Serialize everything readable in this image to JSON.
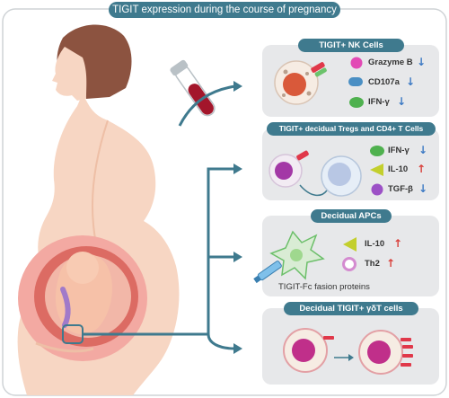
{
  "title": "TIGIT expression during the course of pregnancy",
  "panels": {
    "nk": {
      "title": "TIGIT+ NK Cells",
      "items": [
        {
          "label": "Grazyme B",
          "arrow": "↓",
          "direction": "down",
          "icon": "pink-sphere-icon"
        },
        {
          "label": "CD107a",
          "arrow": "↓",
          "direction": "down",
          "icon": "blue-capsule-icon"
        },
        {
          "label": "IFN-γ",
          "arrow": "↓",
          "direction": "down",
          "icon": "green-blob-icon"
        }
      ]
    },
    "tregs": {
      "title": "TIGIT+ decidual  Tregs and CD4+ T Cells",
      "items": [
        {
          "label": "IFN-γ",
          "arrow": "↓",
          "direction": "down",
          "icon": "green-blob-icon"
        },
        {
          "label": "IL-10",
          "arrow": "↑",
          "direction": "up",
          "icon": "yellow-triangle-icon"
        },
        {
          "label": "TGF-β",
          "arrow": "↓",
          "direction": "down",
          "icon": "purple-sphere-icon"
        }
      ]
    },
    "apcs": {
      "title": "Decidual  APCs",
      "items": [
        {
          "label": "IL-10",
          "arrow": "↑",
          "direction": "up",
          "icon": "yellow-triangle-icon"
        },
        {
          "label": "Th2",
          "arrow": "↑",
          "direction": "up",
          "icon": "pink-ring-icon"
        }
      ],
      "caption": "TIGIT-Fc fasion proteins"
    },
    "gdt": {
      "title": "Decidual TIGIT+ γδT cells"
    }
  },
  "colors": {
    "teal": "#3f7a8e",
    "panel_bg": "#e7e8ea",
    "skin": "#f7d6c3",
    "hair": "#8c5340",
    "up": "#d9403b",
    "down": "#3b79c4"
  }
}
